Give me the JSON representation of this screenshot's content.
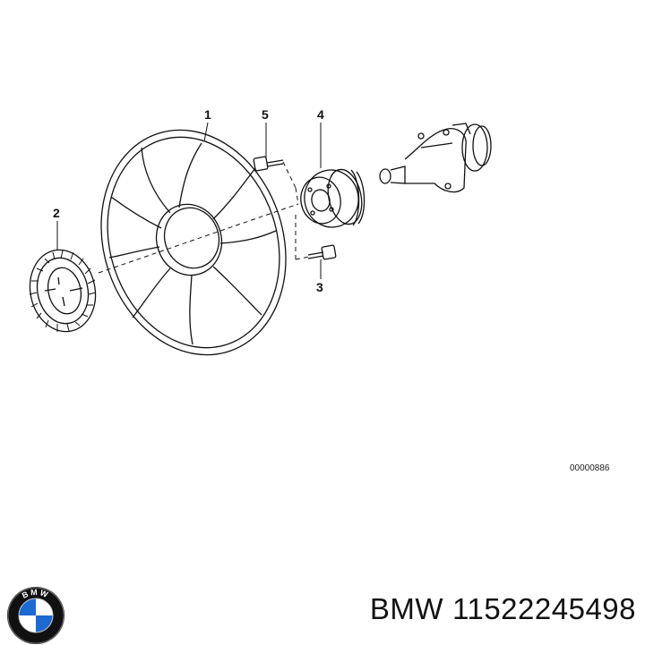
{
  "callouts": {
    "c1": "1",
    "c2": "2",
    "c3": "3",
    "c4": "4",
    "c5": "5"
  },
  "reference_code": "00000886",
  "footer": {
    "brand": "BMW",
    "part_number": "11522245498"
  },
  "logo": {
    "letters": "BMW",
    "colors": {
      "blue": "#1c69d4",
      "white": "#ffffff",
      "ring": "#111111"
    }
  }
}
